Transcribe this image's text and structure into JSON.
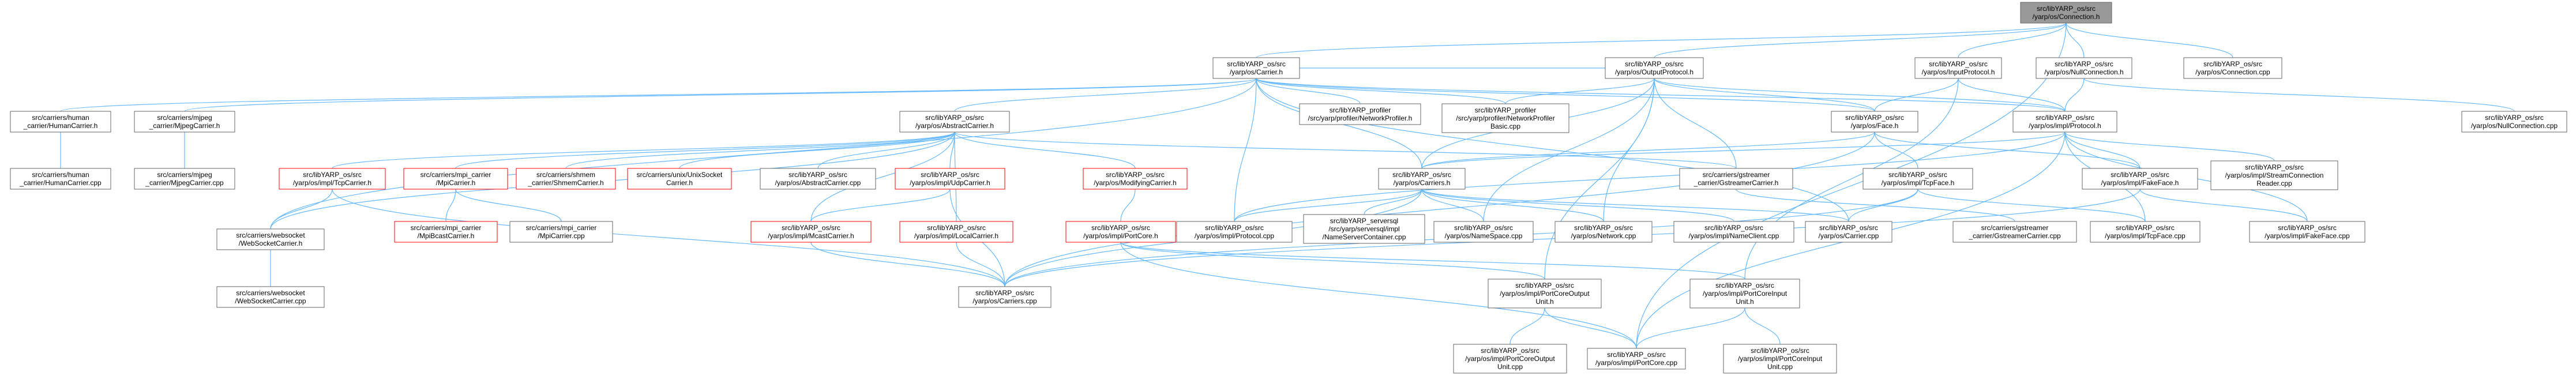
{
  "graph": {
    "nodes": [
      {
        "id": "root",
        "lines": [
          "src/libYARP_os/src",
          "/yarp/os/Connection.h"
        ],
        "style": "root"
      },
      {
        "id": "Carrier_h",
        "lines": [
          "src/libYARP_os/src",
          "/yarp/os/Carrier.h"
        ],
        "style": "normal"
      },
      {
        "id": "OutputProtocol_h",
        "lines": [
          "src/libYARP_os/src",
          "/yarp/os/OutputProtocol.h"
        ],
        "style": "normal"
      },
      {
        "id": "InputProtocol_h",
        "lines": [
          "src/libYARP_os/src",
          "/yarp/os/InputProtocol.h"
        ],
        "style": "normal"
      },
      {
        "id": "NullConnection_h",
        "lines": [
          "src/libYARP_os/src",
          "/yarp/os/NullConnection.h"
        ],
        "style": "normal"
      },
      {
        "id": "Connection_cpp",
        "lines": [
          "src/libYARP_os/src",
          "/yarp/os/Connection.cpp"
        ],
        "style": "normal"
      },
      {
        "id": "HumanCarrier_h",
        "lines": [
          "src/carriers/human",
          "_carrier/HumanCarrier.h"
        ],
        "style": "normal"
      },
      {
        "id": "MjpegCarrier_h",
        "lines": [
          "src/carriers/mjpeg",
          "_carrier/MjpegCarrier.h"
        ],
        "style": "normal"
      },
      {
        "id": "AbstractCarrier_h",
        "lines": [
          "src/libYARP_os/src",
          "/yarp/os/AbstractCarrier.h"
        ],
        "style": "normal"
      },
      {
        "id": "NetworkProfiler_h",
        "lines": [
          "src/libYARP_profiler",
          "/src/yarp/profiler/NetworkProfiler.h"
        ],
        "style": "normal"
      },
      {
        "id": "NetworkProfiler_cpp",
        "lines": [
          "src/libYARP_profiler",
          "/src/yarp/profiler/NetworkProfiler",
          "Basic.cpp"
        ],
        "style": "normal"
      },
      {
        "id": "Face_h",
        "lines": [
          "src/libYARP_os/src",
          "/yarp/os/Face.h"
        ],
        "style": "normal"
      },
      {
        "id": "ImplProtocol_h",
        "lines": [
          "src/libYARP_os/src",
          "/yarp/os/impl/Protocol.h"
        ],
        "style": "normal"
      },
      {
        "id": "NullConnection_cpp",
        "lines": [
          "src/libYARP_os/src",
          "/yarp/os/NullConnection.cpp"
        ],
        "style": "normal"
      },
      {
        "id": "HumanCarrier_cpp",
        "lines": [
          "src/carriers/human",
          "_carrier/HumanCarrier.cpp"
        ],
        "style": "normal"
      },
      {
        "id": "MjpegCarrier_cpp",
        "lines": [
          "src/carriers/mjpeg",
          "_carrier/MjpegCarrier.cpp"
        ],
        "style": "normal"
      },
      {
        "id": "TcpCarrier_h",
        "lines": [
          "src/libYARP_os/src",
          "/yarp/os/impl/TcpCarrier.h"
        ],
        "style": "red"
      },
      {
        "id": "MpiCarrier_h",
        "lines": [
          "src/carriers/mpi_carrier",
          "/MpiCarrier.h"
        ],
        "style": "red"
      },
      {
        "id": "ShmemCarrier_h",
        "lines": [
          "src/carriers/shmem",
          "_carrier/ShmemCarrier.h"
        ],
        "style": "red"
      },
      {
        "id": "UnixSocketCarrier_h",
        "lines": [
          "src/carriers/unix/UnixSocket",
          "Carrier.h"
        ],
        "style": "red"
      },
      {
        "id": "AbstractCarrier_cpp",
        "lines": [
          "src/libYARP_os/src",
          "/yarp/os/AbstractCarrier.cpp"
        ],
        "style": "normal"
      },
      {
        "id": "UdpCarrier_h",
        "lines": [
          "src/libYARP_os/src",
          "/yarp/os/impl/UdpCarrier.h"
        ],
        "style": "red"
      },
      {
        "id": "ModifyingCarrier_h",
        "lines": [
          "src/libYARP_os/src",
          "/yarp/os/ModifyingCarrier.h"
        ],
        "style": "red"
      },
      {
        "id": "Carriers_h",
        "lines": [
          "src/libYARP_os/src",
          "/yarp/os/Carriers.h"
        ],
        "style": "normal"
      },
      {
        "id": "GstreamerCarrier_h",
        "lines": [
          "src/carriers/gstreamer",
          "_carrier/GstreamerCarrier.h"
        ],
        "style": "normal"
      },
      {
        "id": "FakeFace_h",
        "lines": [
          "src/libYARP_os/src",
          "/yarp/os/impl/FakeFace.h"
        ],
        "style": "normal"
      },
      {
        "id": "StreamConnectionReader_cpp",
        "lines": [
          "src/libYARP_os/src",
          "/yarp/os/impl/StreamConnection",
          "Reader.cpp"
        ],
        "style": "normal"
      },
      {
        "id": "TcpFace_h",
        "lines": [
          "src/libYARP_os/src",
          "/yarp/os/impl/TcpFace.h"
        ],
        "style": "normal"
      },
      {
        "id": "WebSocketCarrier_h",
        "lines": [
          "src/carriers/websocket",
          "/WebSocketCarrier.h"
        ],
        "style": "normal"
      },
      {
        "id": "MpiBcastCarrier_h",
        "lines": [
          "src/carriers/mpi_carrier",
          "/MpiBcastCarrier.h"
        ],
        "style": "red"
      },
      {
        "id": "MpiCarrier_cpp",
        "lines": [
          "src/carriers/mpi_carrier",
          "/MpiCarrier.cpp"
        ],
        "style": "normal"
      },
      {
        "id": "McastCarrier_h",
        "lines": [
          "src/libYARP_os/src",
          "/yarp/os/impl/McastCarrier.h"
        ],
        "style": "red"
      },
      {
        "id": "LocalCarrier_h",
        "lines": [
          "src/libYARP_os/src",
          "/yarp/os/impl/LocalCarrier.h"
        ],
        "style": "red"
      },
      {
        "id": "PortCore_h",
        "lines": [
          "src/libYARP_os/src",
          "/yarp/os/impl/PortCore.h"
        ],
        "style": "red"
      },
      {
        "id": "Protocol_cpp",
        "lines": [
          "src/libYARP_os/src",
          "/yarp/os/impl/Protocol.cpp"
        ],
        "style": "normal"
      },
      {
        "id": "NameServerContainer_cpp",
        "lines": [
          "src/libYARP_serversql",
          "/src/yarp/serversql/impl",
          "/NameServerContainer.cpp"
        ],
        "style": "normal"
      },
      {
        "id": "NameSpace_cpp",
        "lines": [
          "src/libYARP_os/src",
          "/yarp/os/NameSpace.cpp"
        ],
        "style": "normal"
      },
      {
        "id": "Network_cpp",
        "lines": [
          "src/libYARP_os/src",
          "/yarp/os/Network.cpp"
        ],
        "style": "normal"
      },
      {
        "id": "NameClient_cpp",
        "lines": [
          "src/libYARP_os/src",
          "/yarp/os/impl/NameClient.cpp"
        ],
        "style": "normal"
      },
      {
        "id": "Carrier_cpp",
        "lines": [
          "src/libYARP_os/src",
          "/yarp/os/Carrier.cpp"
        ],
        "style": "normal"
      },
      {
        "id": "GstreamerCarrier_cpp",
        "lines": [
          "src/carriers/gstreamer",
          "_carrier/GstreamerCarrier.cpp"
        ],
        "style": "normal"
      },
      {
        "id": "TcpFace_cpp",
        "lines": [
          "src/libYARP_os/src",
          "/yarp/os/impl/TcpFace.cpp"
        ],
        "style": "normal"
      },
      {
        "id": "FakeFace_cpp",
        "lines": [
          "src/libYARP_os/src",
          "/yarp/os/impl/FakeFace.cpp"
        ],
        "style": "normal"
      },
      {
        "id": "WebSocketCarrier_cpp",
        "lines": [
          "src/carriers/websocket",
          "/WebSocketCarrier.cpp"
        ],
        "style": "normal"
      },
      {
        "id": "Carriers_cpp",
        "lines": [
          "src/libYARP_os/src",
          "/yarp/os/Carriers.cpp"
        ],
        "style": "normal"
      },
      {
        "id": "PortCoreOutputUnit_h",
        "lines": [
          "src/libYARP_os/src",
          "/yarp/os/impl/PortCoreOutput",
          "Unit.h"
        ],
        "style": "normal"
      },
      {
        "id": "PortCoreInputUnit_h",
        "lines": [
          "src/libYARP_os/src",
          "/yarp/os/impl/PortCoreInput",
          "Unit.h"
        ],
        "style": "normal"
      },
      {
        "id": "PortCoreOutputUnit_cpp",
        "lines": [
          "src/libYARP_os/src",
          "/yarp/os/impl/PortCoreOutput",
          "Unit.cpp"
        ],
        "style": "normal"
      },
      {
        "id": "PortCore_cpp",
        "lines": [
          "src/libYARP_os/src",
          "/yarp/os/impl/PortCore.cpp"
        ],
        "style": "normal"
      },
      {
        "id": "PortCoreInputUnit_cpp",
        "lines": [
          "src/libYARP_os/src",
          "/yarp/os/impl/PortCoreInput",
          "Unit.cpp"
        ],
        "style": "normal"
      }
    ],
    "edges": [
      [
        "root",
        "Carrier_h"
      ],
      [
        "root",
        "OutputProtocol_h"
      ],
      [
        "root",
        "InputProtocol_h"
      ],
      [
        "root",
        "NullConnection_h"
      ],
      [
        "root",
        "Connection_cpp"
      ],
      [
        "root",
        "PortCore_cpp"
      ],
      [
        "Carrier_h",
        "HumanCarrier_h"
      ],
      [
        "Carrier_h",
        "MjpegCarrier_h"
      ],
      [
        "Carrier_h",
        "AbstractCarrier_h"
      ],
      [
        "Carrier_h",
        "NetworkProfiler_h"
      ],
      [
        "Carrier_h",
        "NetworkProfiler_cpp"
      ],
      [
        "Carrier_h",
        "Face_h"
      ],
      [
        "Carrier_h",
        "ImplProtocol_h"
      ],
      [
        "Carrier_h",
        "Carriers_h"
      ],
      [
        "Carrier_h",
        "WebSocketCarrier_h"
      ],
      [
        "Carrier_h",
        "Protocol_cpp"
      ],
      [
        "Carrier_h",
        "Carrier_cpp"
      ],
      [
        "OutputProtocol_h",
        "Carrier_h"
      ],
      [
        "OutputProtocol_h",
        "Face_h"
      ],
      [
        "OutputProtocol_h",
        "ImplProtocol_h"
      ],
      [
        "OutputProtocol_h",
        "NetworkProfiler_cpp"
      ],
      [
        "OutputProtocol_h",
        "Carriers_h"
      ],
      [
        "OutputProtocol_h",
        "NameSpace_cpp"
      ],
      [
        "OutputProtocol_h",
        "Network_cpp"
      ],
      [
        "OutputProtocol_h",
        "PortCoreOutputUnit_h"
      ],
      [
        "OutputProtocol_h",
        "GstreamerCarrier_h"
      ],
      [
        "InputProtocol_h",
        "Face_h"
      ],
      [
        "InputProtocol_h",
        "ImplProtocol_h"
      ],
      [
        "InputProtocol_h",
        "PortCoreInputUnit_h"
      ],
      [
        "NullConnection_h",
        "ImplProtocol_h"
      ],
      [
        "NullConnection_h",
        "NullConnection_cpp"
      ],
      [
        "HumanCarrier_h",
        "HumanCarrier_cpp"
      ],
      [
        "MjpegCarrier_h",
        "MjpegCarrier_cpp"
      ],
      [
        "AbstractCarrier_h",
        "TcpCarrier_h"
      ],
      [
        "AbstractCarrier_h",
        "MpiCarrier_h"
      ],
      [
        "AbstractCarrier_h",
        "ShmemCarrier_h"
      ],
      [
        "AbstractCarrier_h",
        "UnixSocketCarrier_h"
      ],
      [
        "AbstractCarrier_h",
        "AbstractCarrier_cpp"
      ],
      [
        "AbstractCarrier_h",
        "UdpCarrier_h"
      ],
      [
        "AbstractCarrier_h",
        "ModifyingCarrier_h"
      ],
      [
        "AbstractCarrier_h",
        "GstreamerCarrier_h"
      ],
      [
        "AbstractCarrier_h",
        "WebSocketCarrier_h"
      ],
      [
        "AbstractCarrier_h",
        "McastCarrier_h"
      ],
      [
        "AbstractCarrier_h",
        "LocalCarrier_h"
      ],
      [
        "Face_h",
        "Carriers_h"
      ],
      [
        "Face_h",
        "TcpFace_h"
      ],
      [
        "Face_h",
        "FakeFace_h"
      ],
      [
        "Face_h",
        "Carriers_cpp"
      ],
      [
        "ImplProtocol_h",
        "Carriers_h"
      ],
      [
        "ImplProtocol_h",
        "FakeFace_h"
      ],
      [
        "ImplProtocol_h",
        "StreamConnectionReader_cpp"
      ],
      [
        "ImplProtocol_h",
        "Protocol_cpp"
      ],
      [
        "ImplProtocol_h",
        "TcpFace_cpp"
      ],
      [
        "ImplProtocol_h",
        "FakeFace_cpp"
      ],
      [
        "ImplProtocol_h",
        "PortCore_cpp"
      ],
      [
        "TcpCarrier_h",
        "WebSocketCarrier_h"
      ],
      [
        "TcpCarrier_h",
        "Carriers_cpp"
      ],
      [
        "MpiCarrier_h",
        "MpiBcastCarrier_h"
      ],
      [
        "MpiCarrier_h",
        "MpiCarrier_cpp"
      ],
      [
        "UdpCarrier_h",
        "McastCarrier_h"
      ],
      [
        "UdpCarrier_h",
        "Carriers_cpp"
      ],
      [
        "ModifyingCarrier_h",
        "PortCore_h"
      ],
      [
        "Carriers_h",
        "Protocol_cpp"
      ],
      [
        "Carriers_h",
        "NameServerContainer_cpp"
      ],
      [
        "Carriers_h",
        "NameSpace_cpp"
      ],
      [
        "Carriers_h",
        "Network_cpp"
      ],
      [
        "Carriers_h",
        "NameClient_cpp"
      ],
      [
        "Carriers_h",
        "Carrier_cpp"
      ],
      [
        "Carriers_h",
        "Carriers_cpp"
      ],
      [
        "GstreamerCarrier_h",
        "GstreamerCarrier_cpp"
      ],
      [
        "FakeFace_h",
        "Carriers_cpp"
      ],
      [
        "FakeFace_h",
        "FakeFace_cpp"
      ],
      [
        "TcpFace_h",
        "Carriers_cpp"
      ],
      [
        "TcpFace_h",
        "TcpFace_cpp"
      ],
      [
        "TcpFace_h",
        "Carrier_cpp"
      ],
      [
        "WebSocketCarrier_h",
        "WebSocketCarrier_cpp"
      ],
      [
        "McastCarrier_h",
        "Carriers_cpp"
      ],
      [
        "LocalCarrier_h",
        "Carriers_cpp"
      ],
      [
        "PortCore_h",
        "PortCoreOutputUnit_h"
      ],
      [
        "PortCore_h",
        "PortCoreInputUnit_h"
      ],
      [
        "PortCore_h",
        "PortCore_cpp"
      ],
      [
        "PortCoreOutputUnit_h",
        "PortCoreOutputUnit_cpp"
      ],
      [
        "PortCoreOutputUnit_h",
        "PortCore_cpp"
      ],
      [
        "PortCoreInputUnit_h",
        "PortCoreInputUnit_cpp"
      ],
      [
        "PortCoreInputUnit_h",
        "PortCore_cpp"
      ]
    ]
  },
  "colors": {
    "edge": "#63b8ff",
    "root_fill": "#999999",
    "normal_border": "#666666",
    "red_border": "#ff0000",
    "node_fill": "#ffffff"
  }
}
